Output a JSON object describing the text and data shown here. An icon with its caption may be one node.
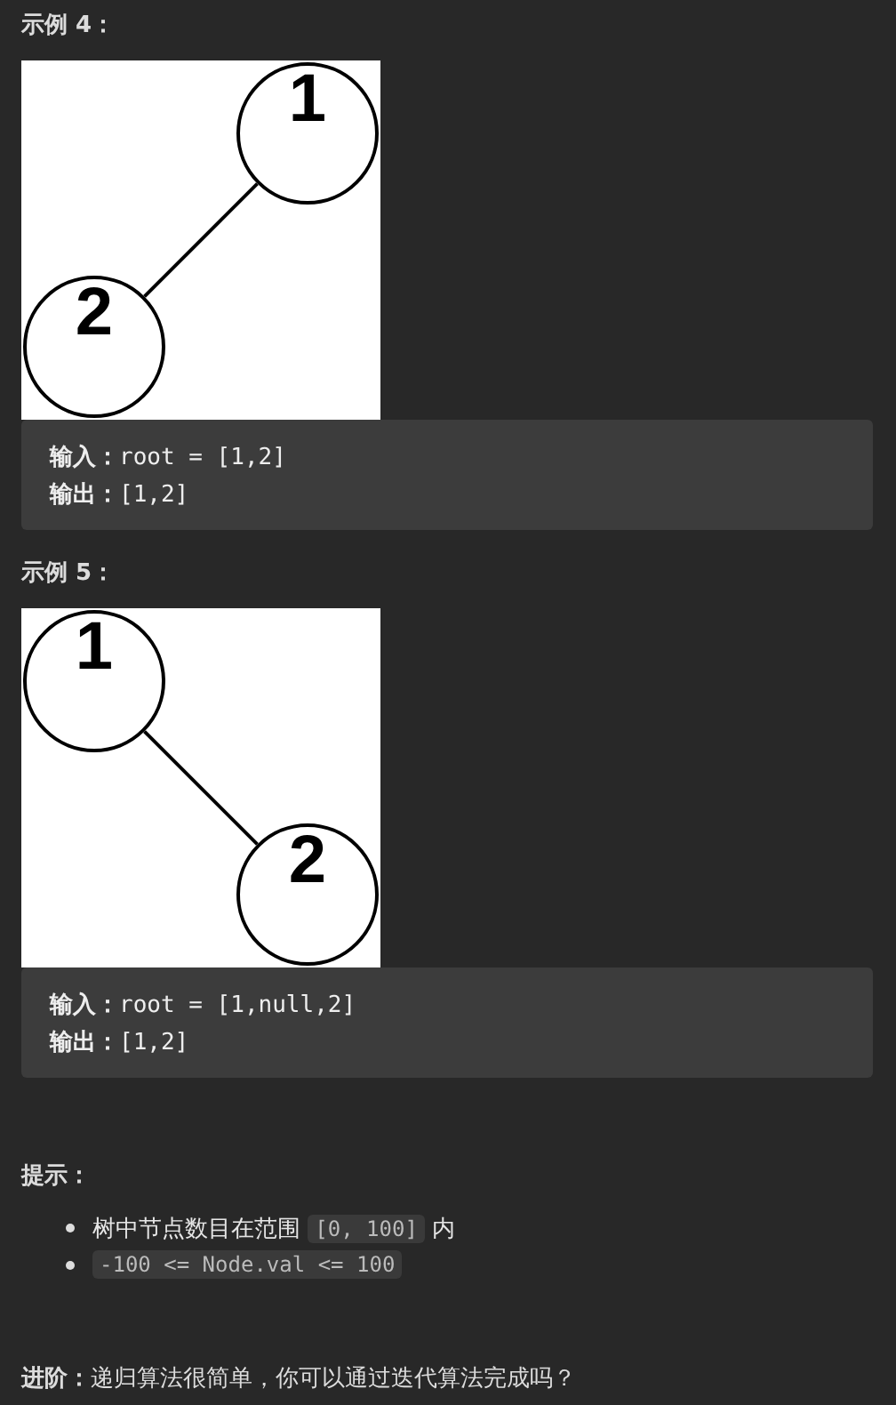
{
  "diagram": {
    "nodes": [
      {
        "text": [
          "1"
        ]
      },
      {
        "text": [
          "2"
        ]
      },
      {
        "text": [
          "1"
        ]
      },
      {
        "text": [
          "2"
        ]
      }
    ],
    "edges": [
      {
        "from": 0,
        "to": 1,
        "arrow": "none"
      },
      {
        "from": 2,
        "to": 3,
        "arrow": "none"
      }
    ],
    "labels": [
      "示例 4：",
      "**输入：**root = [1,2]",
      "**输出：**[1,2]",
      "示例 5：",
      "**输入：**root = [1,null,2]",
      "**输出：**[1,2]",
      "提示：",
      "树中节点数目在范围",
      "[0, 100]",
      "内",
      "-100 <= Node.val <= 100",
      "**进阶：**递归算法很简单，你可以通过迭代算法完成吗？"
    ]
  }
}
